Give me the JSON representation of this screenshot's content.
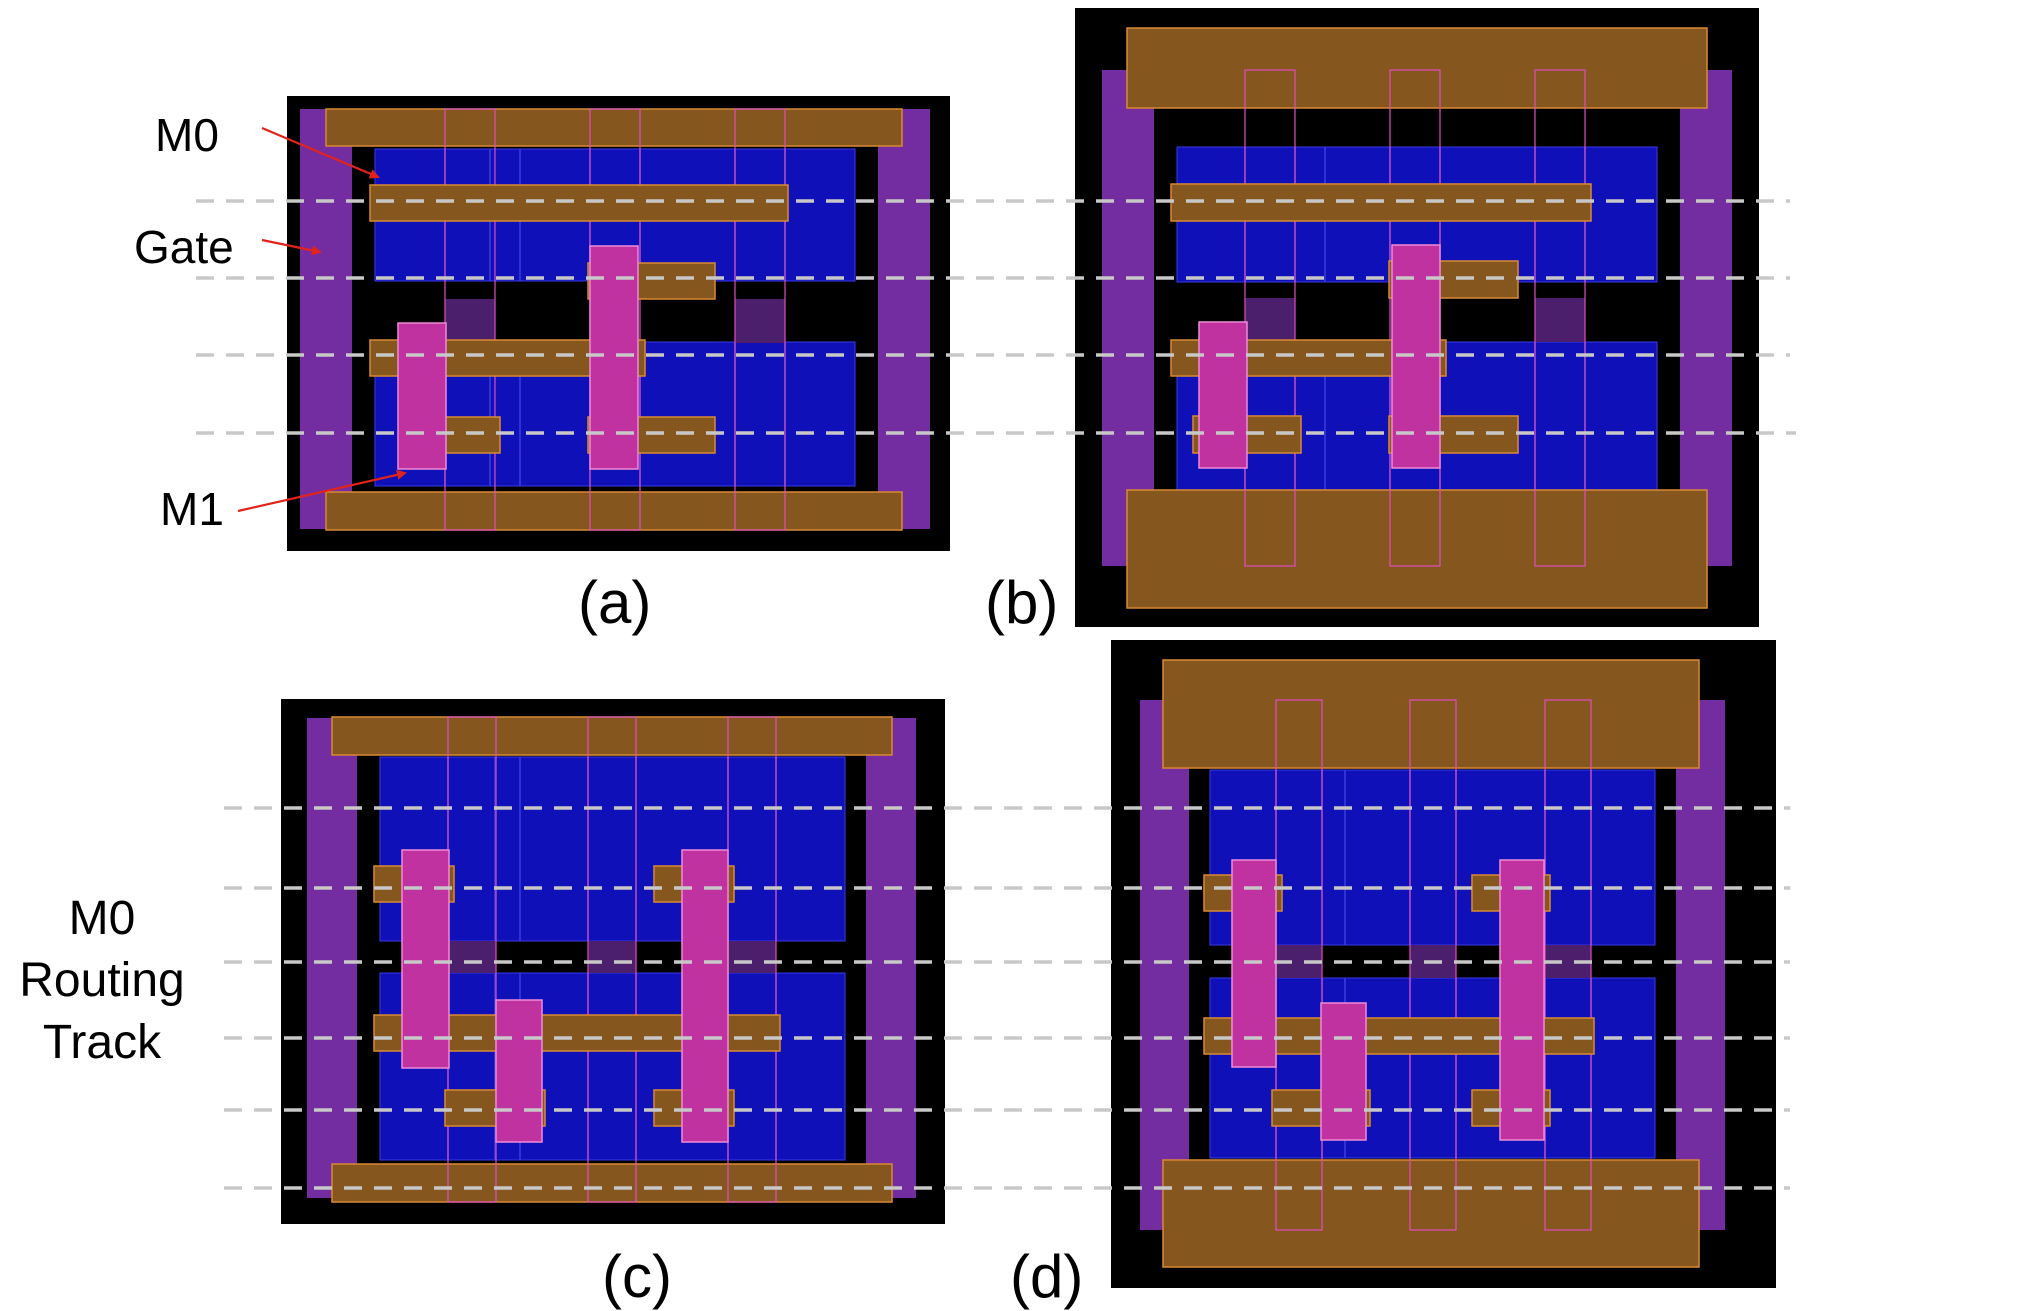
{
  "annotations": {
    "m0": "M0",
    "gate": "Gate",
    "m1": "M1",
    "track_line1": "M0",
    "track_line2": "Routing",
    "track_line3": "Track"
  },
  "captions": {
    "a": "(a)",
    "b": "(b)",
    "c": "(c)",
    "d": "(d)"
  },
  "colors": {
    "background": "#000000",
    "active": "#0f10b8",
    "gate": "#7a2faa",
    "m0": "#86561f",
    "m1": "#c0329f",
    "track": "#c8c8c8",
    "arrow": "#e0241c"
  }
}
